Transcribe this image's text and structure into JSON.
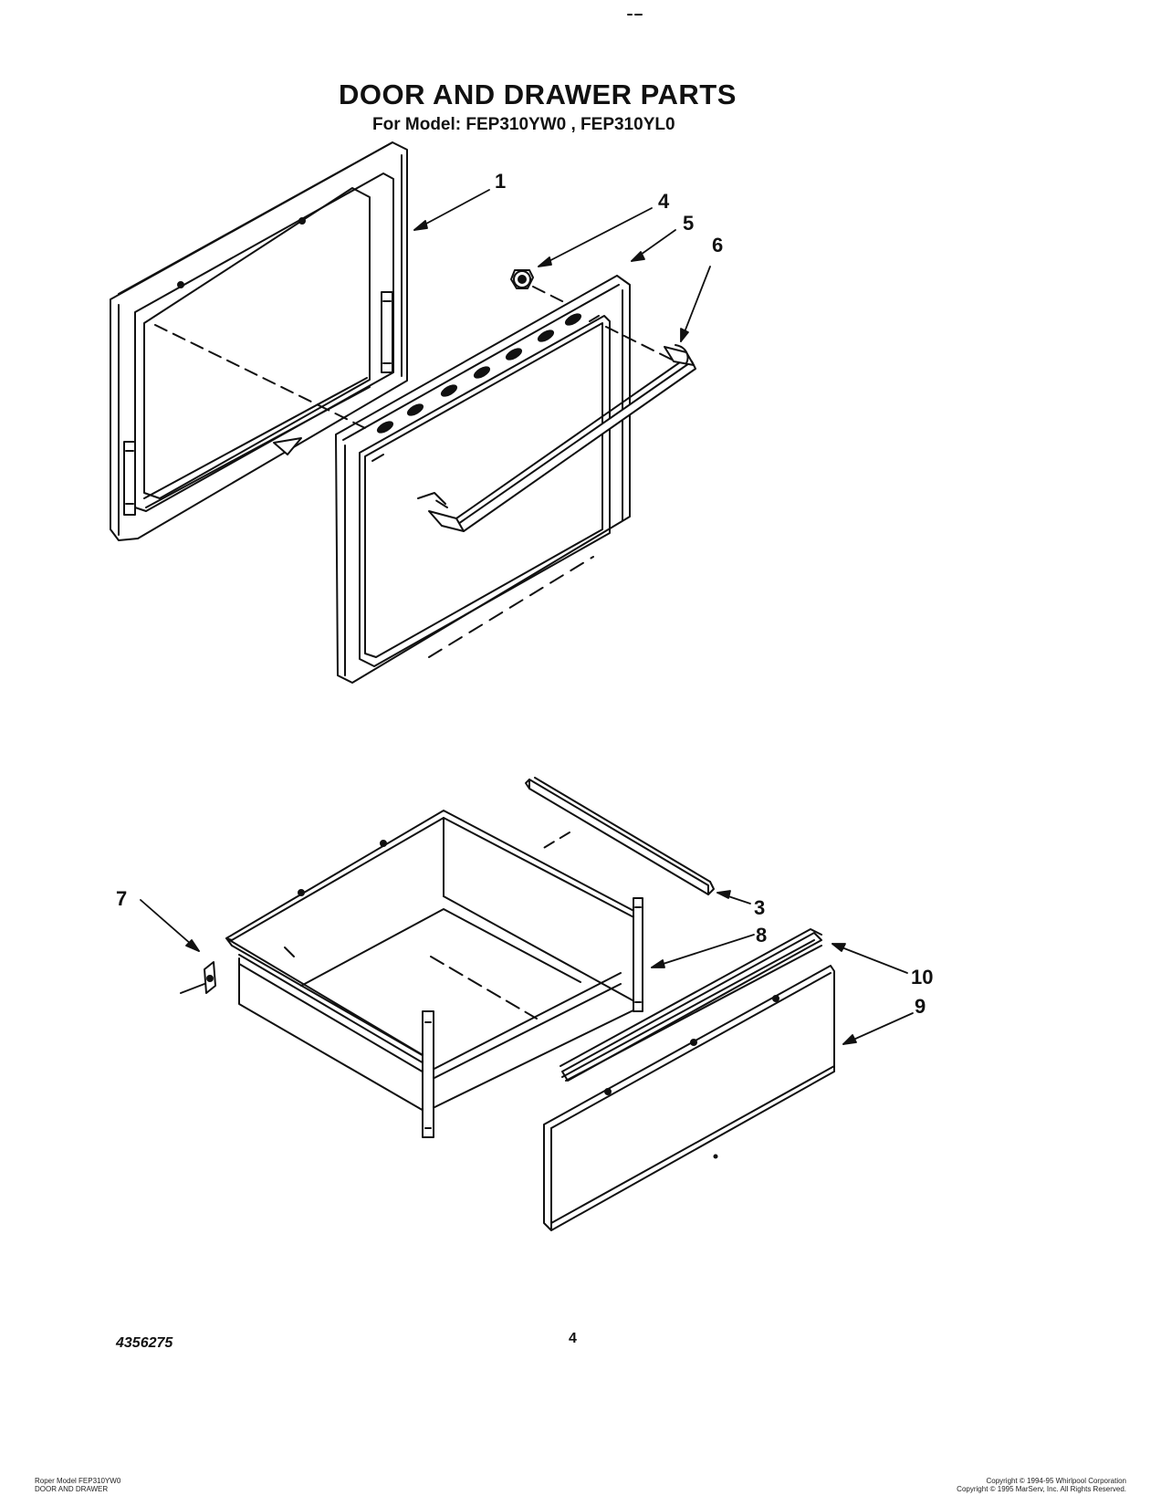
{
  "header": {
    "title": "DOOR AND DRAWER PARTS",
    "subtitle": "For Model: FEP310YW0 , FEP310YL0"
  },
  "callouts": [
    "1",
    "4",
    "5",
    "6",
    "7",
    "3",
    "8",
    "10",
    "9"
  ],
  "footer": {
    "part_number": "4356275",
    "page_number": "4",
    "left_line1": "Roper Model FEP310YW0",
    "left_line2": "DOOR AND DRAWER",
    "right_line1": "Copyright © 1994-95 Whirlpool Corporation",
    "right_line2": "Copyright © 1995 MarServ, Inc. All Rights Reserved."
  }
}
